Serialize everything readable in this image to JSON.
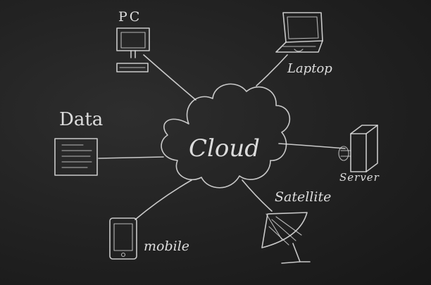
{
  "nodes": {
    "center": "Cloud",
    "pc": "PC",
    "laptop": "Laptop",
    "data": "Data",
    "server": "Server",
    "satellite": "Satellite",
    "mobile": "mobile"
  },
  "colors": {
    "board": "#232323",
    "chalk": "#e6e6e6"
  }
}
